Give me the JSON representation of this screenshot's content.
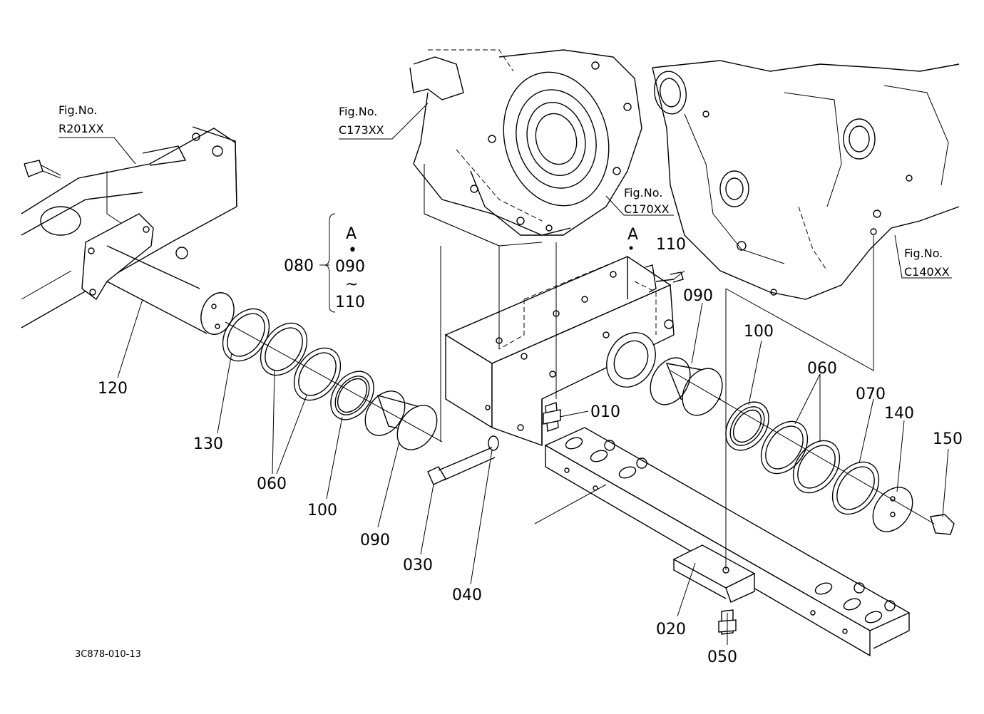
{
  "figure_refs": [
    {
      "id": "r201",
      "line1": "Fig.No.",
      "line2": "R201XX"
    },
    {
      "id": "c173",
      "line1": "Fig.No.",
      "line2": "C173XX"
    },
    {
      "id": "c170",
      "line1": "Fig.No.",
      "line2": "C170XX"
    },
    {
      "id": "c140",
      "line1": "Fig.No.",
      "line2": "C140XX"
    }
  ],
  "part_labels": {
    "p010": "010",
    "p020": "020",
    "p030": "030",
    "p040": "040",
    "p050": "050",
    "p060_left": "060",
    "p060_right": "060",
    "p070": "070",
    "p080": "080",
    "p090_left": "090",
    "p090_right": "090",
    "p090_group": "090",
    "p100_left": "100",
    "p100_right": "100",
    "p110": "110",
    "p110_group": "110",
    "p120": "120",
    "p130": "130",
    "p140": "140",
    "p150": "150"
  },
  "group_bracket": {
    "top": "A",
    "dot": "•",
    "tilde": "~"
  },
  "marker_a": "A",
  "document_code": "3C878-010-13"
}
